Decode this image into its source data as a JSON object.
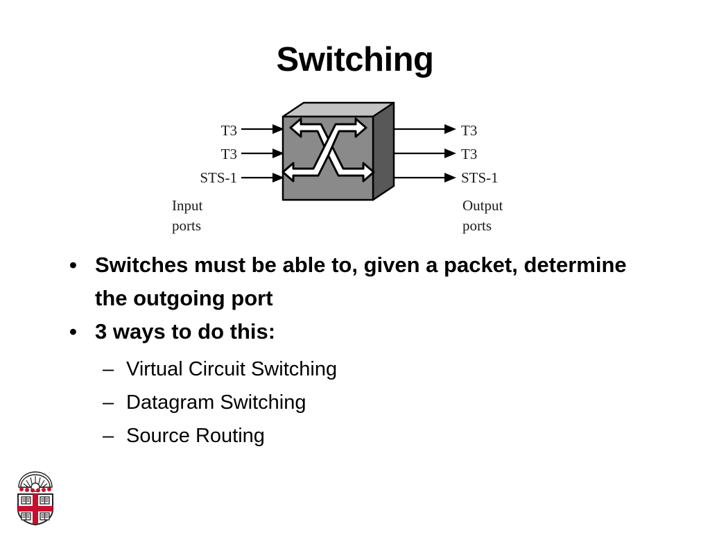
{
  "slide": {
    "title": "Switching",
    "background_color": "#ffffff",
    "text_color": "#000000"
  },
  "diagram": {
    "name": "switch-cross-connect-diagram",
    "box": {
      "front_color": "#8a8a8a",
      "top_color": "#c3c3c3",
      "side_color": "#585858",
      "outline_color": "#000000",
      "arrow_fill": "#ffffff",
      "arrow_outline": "#000000"
    },
    "input_ports": [
      {
        "label": "T3"
      },
      {
        "label": "T3"
      },
      {
        "label": "STS-1"
      }
    ],
    "output_ports": [
      {
        "label": "T3"
      },
      {
        "label": "T3"
      },
      {
        "label": "STS-1"
      }
    ],
    "input_caption_line1": "Input",
    "input_caption_line2": "ports",
    "output_caption_line1": "Output",
    "output_caption_line2": "ports"
  },
  "body": {
    "bullets": [
      {
        "marker": "•",
        "text": "Switches must be able to, given a packet, determine the outgoing port",
        "sub_items": []
      },
      {
        "marker": "•",
        "text": "3 ways to do this:",
        "sub_items": [
          {
            "marker": "–",
            "text": "Virtual Circuit Switching"
          },
          {
            "marker": "–",
            "text": "Datagram Switching"
          },
          {
            "marker": "–",
            "text": "Source Routing"
          }
        ]
      }
    ]
  },
  "logo": {
    "name": "brown-university-shield",
    "shield_color": "#ffffff",
    "cross_color": "#c8102e",
    "outline_color": "#231f20"
  }
}
